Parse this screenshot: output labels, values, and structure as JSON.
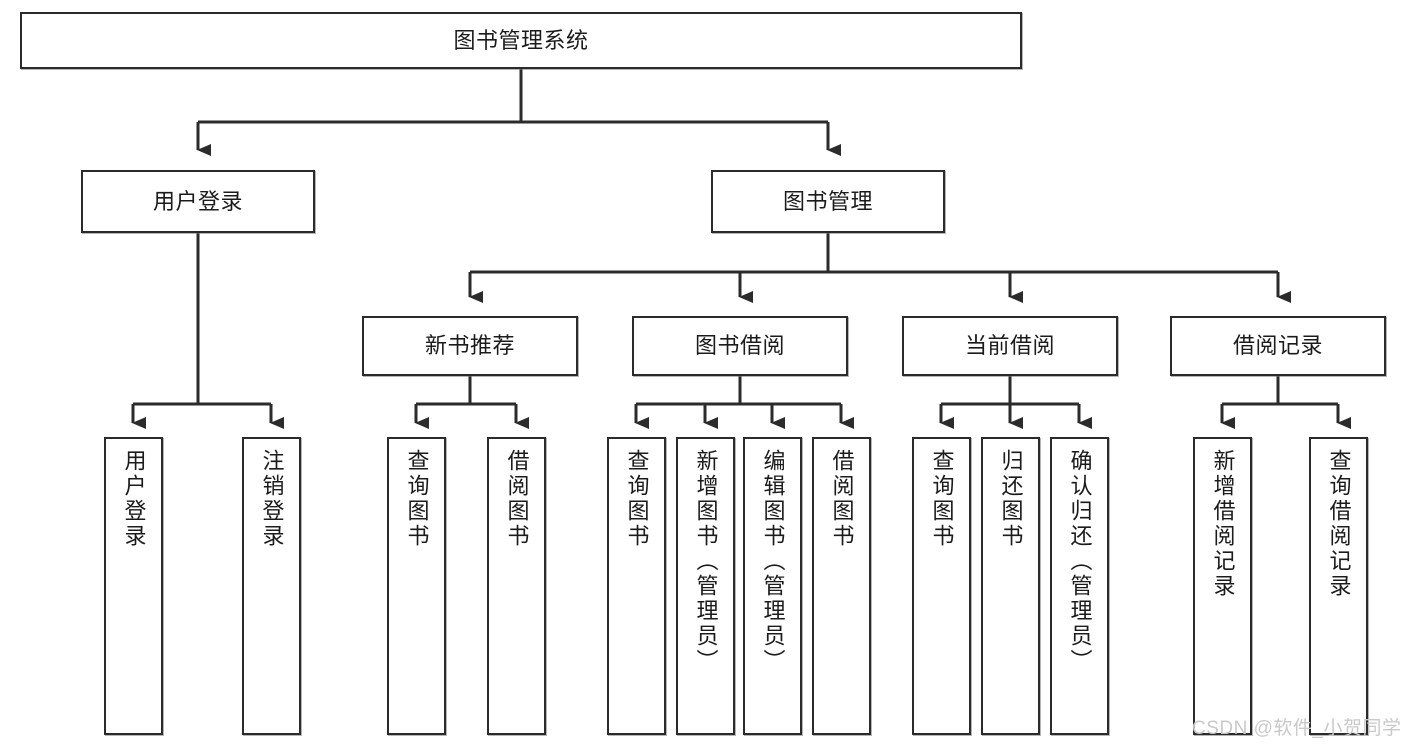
{
  "diagram": {
    "title": "图书管理系统",
    "type": "tree-hierarchy-chart",
    "orientation": "top-down",
    "colors": {
      "node_border": "#2b2b2b",
      "node_fill": "#ffffff",
      "edge": "#2b2b2b",
      "text": "#1b1b1b",
      "watermark": "#c9c9c9",
      "background": "#ffffff"
    }
  },
  "nodes": {
    "root": {
      "label": "图书管理系统"
    },
    "level2": [
      {
        "label": "用户登录"
      },
      {
        "label": "图书管理"
      }
    ],
    "level3": [
      {
        "label": "新书推荐"
      },
      {
        "label": "图书借阅"
      },
      {
        "label": "当前借阅"
      },
      {
        "label": "借阅记录"
      }
    ],
    "leaves_user_login": [
      {
        "label": "用户登录"
      },
      {
        "label": "注销登录"
      }
    ],
    "leaves_new_book": [
      {
        "label": "查询图书"
      },
      {
        "label": "借阅图书"
      }
    ],
    "leaves_borrow": [
      {
        "label": "查询图书"
      },
      {
        "label": "新增图书（管理员）"
      },
      {
        "label": "编辑图书（管理员）"
      },
      {
        "label": "借阅图书"
      }
    ],
    "leaves_current": [
      {
        "label": "查询图书"
      },
      {
        "label": "归还图书"
      },
      {
        "label": "确认归还（管理员）"
      }
    ],
    "leaves_record": [
      {
        "label": "新增借阅记录"
      },
      {
        "label": "查询借阅记录"
      }
    ]
  },
  "watermark": {
    "text": "CSDN @软件_小贺同学"
  }
}
